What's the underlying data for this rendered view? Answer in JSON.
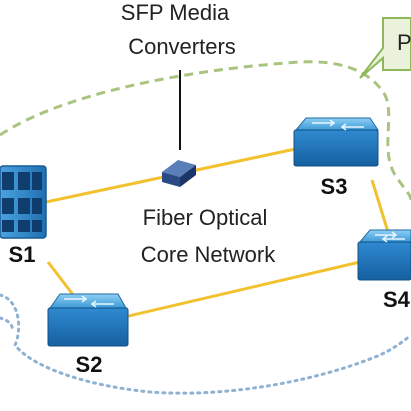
{
  "diagram": {
    "media_converter_label": [
      "SFP Media",
      "Converters"
    ],
    "core_network_label": [
      "Fiber Optical",
      "Core Network"
    ],
    "callout_partial_label": "P",
    "switches": [
      {
        "id": "S1",
        "label": "S1"
      },
      {
        "id": "S2",
        "label": "S2"
      },
      {
        "id": "S3",
        "label": "S3"
      },
      {
        "id": "S4",
        "label": "S4"
      }
    ],
    "colors": {
      "fiber_link": "#f2c12e",
      "green_dashed": "#a9c47f",
      "blue_dotted": "#8fb2d3",
      "switch_blue": "#2e86c9",
      "callout_fill": "#eaf2dc",
      "callout_stroke": "#8fb85a"
    }
  }
}
